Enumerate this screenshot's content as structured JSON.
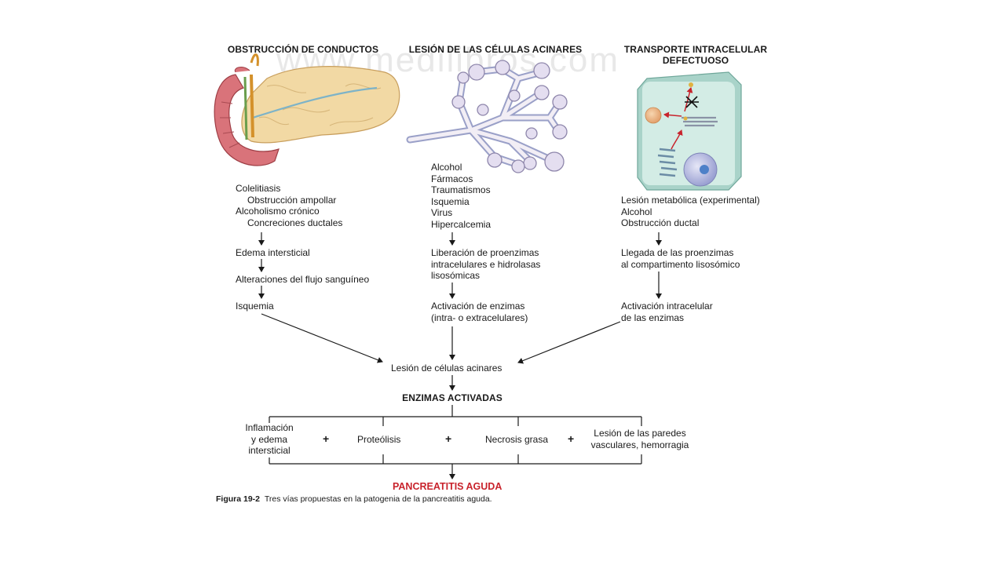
{
  "watermark": "www.medilibros.com",
  "columns": {
    "left": {
      "heading": "OBSTRUCCIÓN DE CONDUCTOS",
      "causes": [
        "Colelitiasis",
        "Obstrucción ampollar",
        "Alcoholismo crónico",
        "Concreciones ductales"
      ],
      "steps": [
        "Edema intersticial",
        "Alteraciones del flujo sanguíneo",
        "Isquemia"
      ]
    },
    "middle": {
      "heading": "LESIÓN DE LAS CÉLULAS ACINARES",
      "causes": [
        "Alcohol",
        "Fármacos",
        "Traumatismos",
        "Isquemia",
        "Virus",
        "Hipercalcemia"
      ],
      "step1": [
        "Liberación de proenzimas",
        "intracelulares e hidrolasas",
        "lisosómicas"
      ],
      "step2": [
        "Activación de enzimas",
        "(intra- o extracelulares)"
      ]
    },
    "right": {
      "heading_line1": "TRANSPORTE INTRACELULAR",
      "heading_line2": "DEFECTUOSO",
      "causes": [
        "Lesión metabólica (experimental)",
        "Alcohol",
        "Obstrucción ductal"
      ],
      "step1": [
        "Llegada de las proenzimas",
        "al compartimento lisosómico"
      ],
      "step2": [
        "Activación intracelular",
        "de las enzimas"
      ]
    }
  },
  "convergence": "Lesión de células acinares",
  "activated": "ENZIMAS ACTIVADAS",
  "effects": {
    "e1": [
      "Inflamación",
      "y edema",
      "intersticial"
    ],
    "e2": "Proteólisis",
    "e3": "Necrosis grasa",
    "e4": [
      "Lesión de las paredes",
      "vasculares, hemorragia"
    ],
    "plus": "+"
  },
  "result": "PANCREATITIS AGUDA",
  "caption": {
    "label": "Figura 19-2",
    "text": "Tres vías propuestas en la patogenia de la pancreatitis aguda."
  },
  "colors": {
    "result": "#c8232c",
    "pancreas": "#f2d9a4",
    "duodenum": "#d9737a",
    "acini": "#c9bfd9",
    "cell": "#cfe9e1"
  }
}
